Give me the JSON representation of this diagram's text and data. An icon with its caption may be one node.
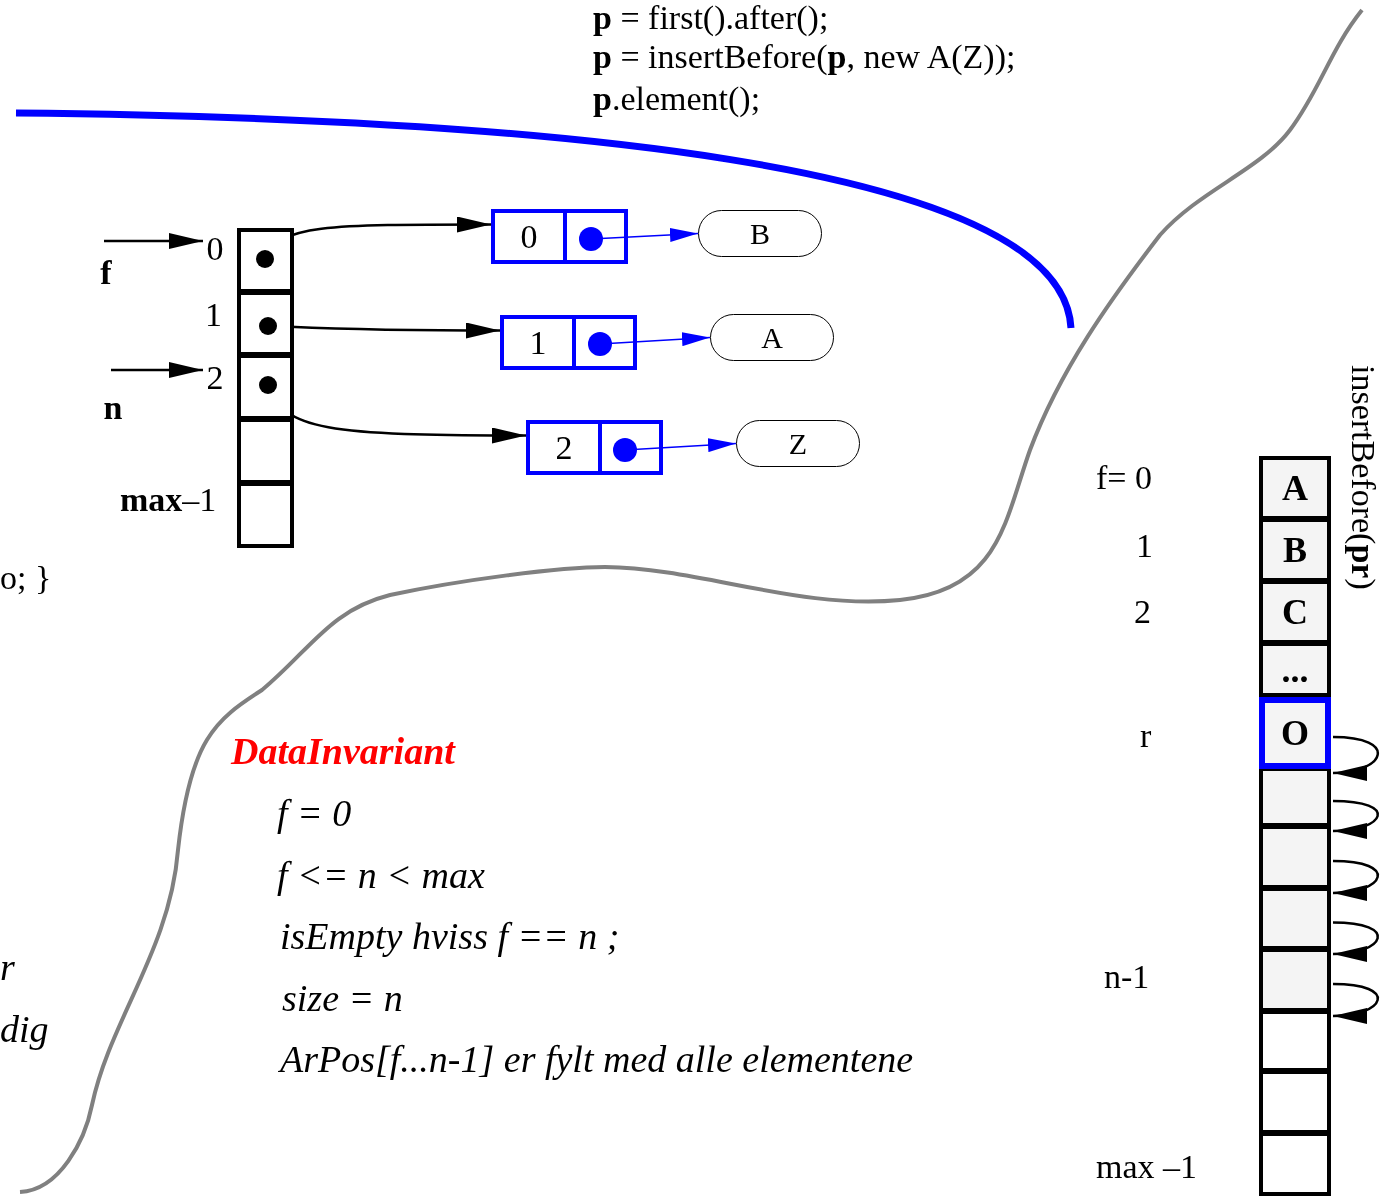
{
  "diagram": {
    "nodes": [
      {
        "text": [],
        "shape": "box"
      },
      {
        "text": [],
        "shape": "box"
      },
      {
        "text": [],
        "shape": "box"
      },
      {
        "text": [],
        "shape": "box"
      },
      {
        "text": [],
        "shape": "box"
      },
      {
        "text": [
          "f"
        ]
      },
      {
        "text": [
          "n"
        ]
      },
      {
        "text": [
          "0"
        ]
      },
      {
        "text": [
          "2"
        ]
      },
      {
        "text": [
          "0"
        ]
      },
      {
        "text": [],
        "shape": "box"
      },
      {
        "text": [
          "1"
        ]
      },
      {
        "text": [],
        "shape": "box"
      },
      {
        "text": [
          "2"
        ]
      },
      {
        "text": [],
        "shape": "box"
      },
      {
        "text": [
          "B"
        ]
      },
      {
        "text": [
          "A"
        ]
      },
      {
        "text": [
          "Z"
        ]
      },
      {
        "text": [
          "A"
        ]
      },
      {
        "text": [
          "B"
        ]
      },
      {
        "text": [
          "C"
        ]
      },
      {
        "text": [
          "..."
        ]
      },
      {
        "text": [
          "O"
        ]
      },
      {
        "text": [],
        "shape": "box"
      },
      {
        "text": [],
        "shape": "box"
      },
      {
        "text": [],
        "shape": "box"
      },
      {
        "text": [],
        "shape": "box"
      },
      {
        "text": [],
        "shape": "box"
      },
      {
        "text": [],
        "shape": "box"
      },
      {
        "text": [],
        "shape": "box"
      }
    ],
    "edges": [
      {
        "from": 5,
        "to": 7,
        "arrow": "to"
      },
      {
        "from": 6,
        "to": 8,
        "arrow": "to"
      },
      {
        "from": 0,
        "to": 9,
        "arrow": "to"
      },
      {
        "from": 1,
        "to": 11,
        "arrow": "to"
      },
      {
        "from": 2,
        "to": 13,
        "arrow": "to"
      },
      {
        "from": 10,
        "to": 15,
        "arrow": "to",
        "color": "#0000ff"
      },
      {
        "from": 12,
        "to": 16,
        "arrow": "to",
        "color": "#0000ff"
      },
      {
        "from": 14,
        "to": 17,
        "arrow": "to",
        "color": "#0000ff"
      },
      {
        "from": 22,
        "to": 23,
        "arrow": "to"
      },
      {
        "from": 23,
        "to": 24,
        "arrow": "to"
      },
      {
        "from": 24,
        "to": 25,
        "arrow": "to"
      },
      {
        "from": 25,
        "to": 26,
        "arrow": "to"
      },
      {
        "from": 26,
        "to": 27,
        "arrow": "to"
      }
    ],
    "labels": [
      "**p** = first().after();",
      "**p** = insertBefore(**p**, new A(Z));",
      "**p**.element();",
      "1",
      "**max**–1",
      "o; }",
      "insertBefore(**pr**)",
      "f= 0",
      "1",
      "2",
      "r",
      "DataInvariant",
      "f = 0",
      "f <= n < max",
      "isEmpty hviss f == n ;",
      "size = n",
      "r",
      "dig",
      "ArPos[f...n-1] er fylt med alle elementene",
      "n-1",
      "max –1"
    ]
  }
}
